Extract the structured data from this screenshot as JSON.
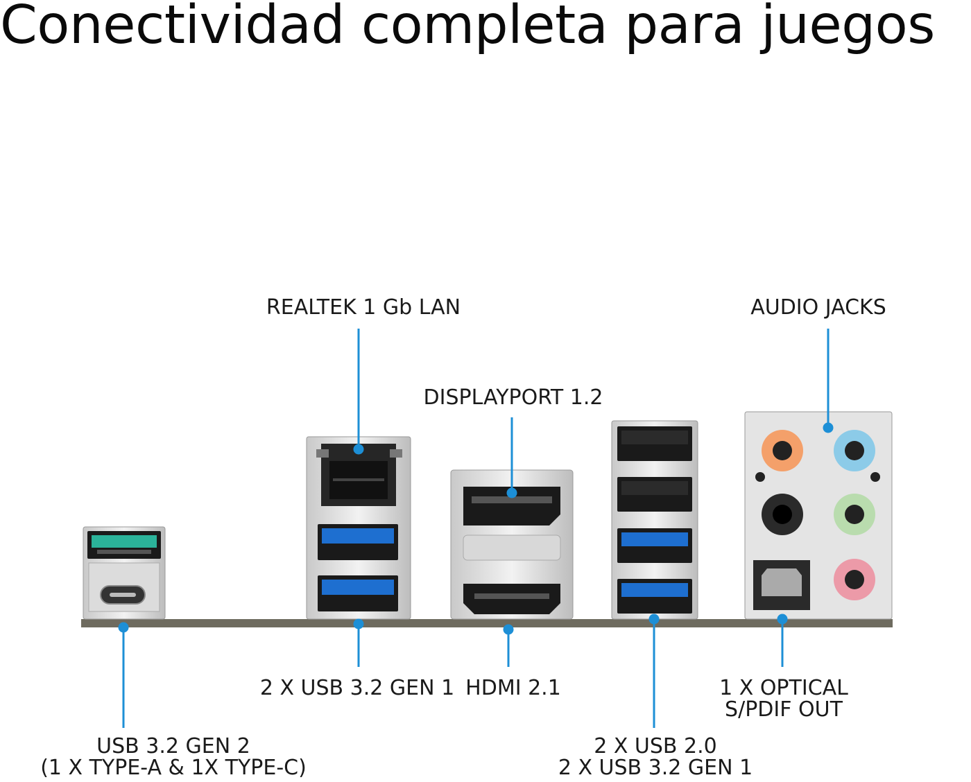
{
  "title": "Conectividad completa para juegos",
  "colors": {
    "leader": "#1d8fd6",
    "usb3_blue": "#1e6fd0",
    "usb32g2_teal": "#2bb39a",
    "jack_orange": "#f4a06a",
    "jack_blue": "#8ccbe8",
    "jack_black": "#2a2a2a",
    "jack_green": "#b9dcae",
    "jack_pink": "#ec9aa8"
  },
  "labels": {
    "lan": "REALTEK 1 Gb LAN",
    "displayport": "DISPLAYPORT 1.2",
    "audio": "AUDIO JACKS",
    "usb_g2_line1": "USB 3.2 GEN 2",
    "usb_g2_line2": "(1 X TYPE-A & 1X TYPE-C)",
    "usb_g1": "2 X USB 3.2 GEN 1",
    "hdmi": "HDMI 2.1",
    "usb_mix_line1": "2 X USB 2.0",
    "usb_mix_line2": "2 X USB 3.2 GEN 1",
    "optical_line1": "1 X OPTICAL",
    "optical_line2": "S/PDIF OUT"
  }
}
